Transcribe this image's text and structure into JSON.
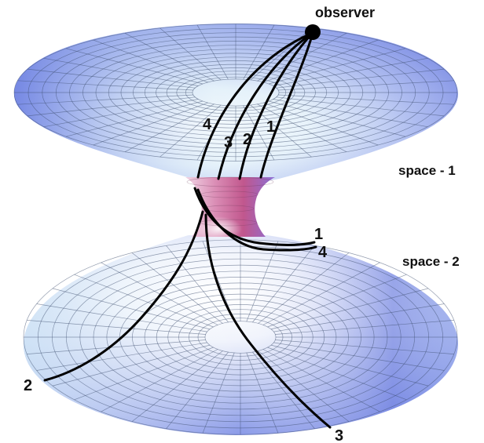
{
  "labels": {
    "observer": "observer",
    "space1": "space - 1",
    "space2": "space - 2"
  },
  "path_numbers": {
    "upper_4": "4",
    "upper_3": "3",
    "upper_2": "2",
    "upper_1": "1",
    "throat_1": "1",
    "throat_4": "4",
    "lower_2": "2",
    "lower_3": "3"
  },
  "colors": {
    "surface_blue": "#7f8ee6",
    "surface_light": "#e8f6fb",
    "throat_magenta": "#c65a90",
    "grid": "#4a5a78",
    "path": "#000000"
  }
}
